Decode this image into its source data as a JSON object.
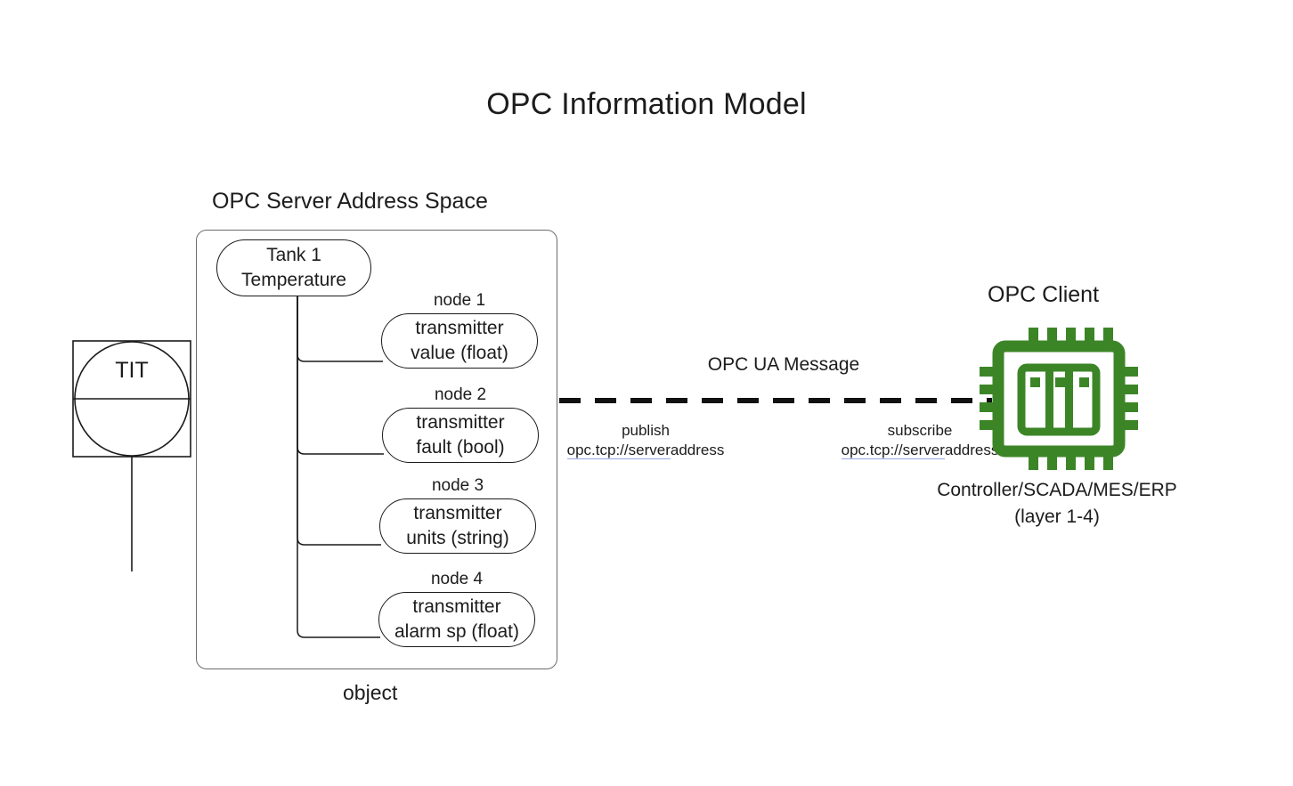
{
  "title": "OPC Information Model",
  "server": {
    "heading": "OPC Server Address Space",
    "caption": "object",
    "root_node": {
      "line1": "Tank 1",
      "line2": "Temperature"
    },
    "nodes": [
      {
        "tag": "node 1",
        "line1": "transmitter",
        "line2": "value (float)"
      },
      {
        "tag": "node 2",
        "line1": "transmitter",
        "line2": "fault (bool)"
      },
      {
        "tag": "node 3",
        "line1": "transmitter",
        "line2": "units (string)"
      },
      {
        "tag": "node 4",
        "line1": "transmitter",
        "line2": "alarm sp (float)"
      }
    ]
  },
  "field_device": {
    "tag": "TIT"
  },
  "link": {
    "label": "OPC UA Message",
    "publish": {
      "action": "publish",
      "uri_link": "opc.tcp://server",
      "uri_tail": "address"
    },
    "subscribe": {
      "action": "subscribe",
      "uri_link": "opc.tcp://server",
      "uri_tail": "address"
    }
  },
  "client": {
    "heading": "OPC Client",
    "caption_line1": "Controller/SCADA/MES/ERP",
    "caption_line2": "(layer 1-4)",
    "icon": "cpu-chip-icon"
  },
  "colors": {
    "chip_green": "#3c8527",
    "container_stroke": "#6b6b6b",
    "node_stroke": "#1a1a1a",
    "text": "#1c1c1c",
    "link_underline": "#9aa6e0"
  }
}
